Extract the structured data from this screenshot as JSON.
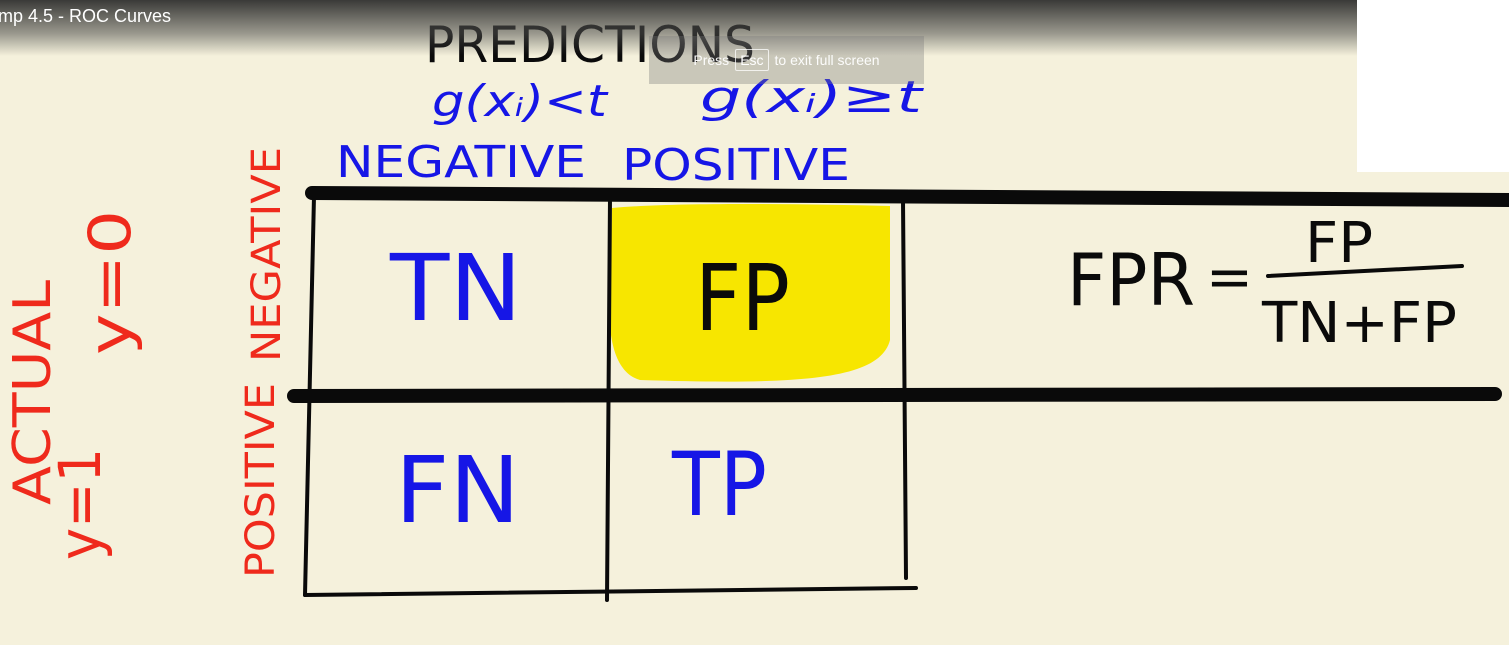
{
  "video": {
    "title": "mp 4.5 - ROC Curves",
    "fullscreen_notice": {
      "before": "Press",
      "key": "Esc",
      "after": "to exit full screen"
    }
  },
  "whiteboard": {
    "heading": "PREDICTIONS",
    "column_conditions": [
      "g(xᵢ)<t",
      "g(xᵢ)≥t"
    ],
    "column_labels": [
      "NEGATIVE",
      "POSITIVE"
    ],
    "axis_label": "ACTUAL",
    "row_values": [
      "y=0",
      "y=1"
    ],
    "row_labels": [
      "NEGATIVE",
      "POSITIVE"
    ],
    "cells": {
      "true_negative": "TN",
      "false_positive": "FP",
      "false_negative": "FN",
      "true_positive": "TP"
    },
    "formula": {
      "lhs": "FPR",
      "equals": "=",
      "numerator": "FP",
      "denominator": "TN+FP"
    },
    "highlight_color": "#f7e600",
    "ink": {
      "black": "#0a0a0a",
      "blue": "#1616e6",
      "red": "#ef2a1c"
    }
  }
}
